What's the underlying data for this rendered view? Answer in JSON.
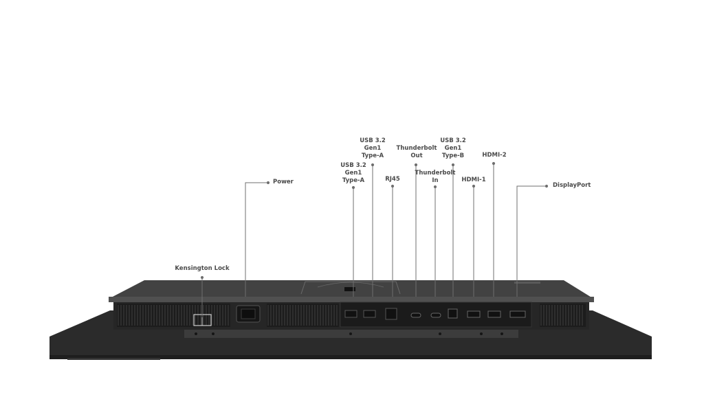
{
  "labels": {
    "power": "Power",
    "kensington": "Kensington Lock",
    "usb_a_1": "USB 3.2\nGen1\nType-A",
    "usb_a_2": "USB 3.2\nGen1\nType-A",
    "rj45": "RJ45",
    "tb_out": "Thunderbolt\nOut",
    "tb_in": "Thunderbolt\nIn",
    "usb_b": "USB 3.2\nGen1\nType-B",
    "hdmi1": "HDMI-1",
    "hdmi2": "HDMI-2",
    "displayport": "DisplayPort"
  },
  "colors": {
    "label_text": "#4a4a4a",
    "leader_line": "#6f6f6f",
    "monitor_body": "#3a3a3a",
    "monitor_base": "#2a2a2a"
  }
}
